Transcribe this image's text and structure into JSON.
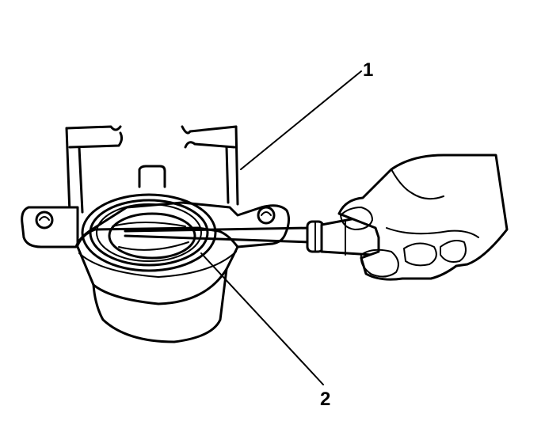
{
  "diagram": {
    "callouts": [
      {
        "label": "1",
        "target": "caliper-housing"
      },
      {
        "label": "2",
        "target": "piston-seal"
      }
    ],
    "colors": {
      "ink": "#000000",
      "paper": "#ffffff"
    }
  }
}
